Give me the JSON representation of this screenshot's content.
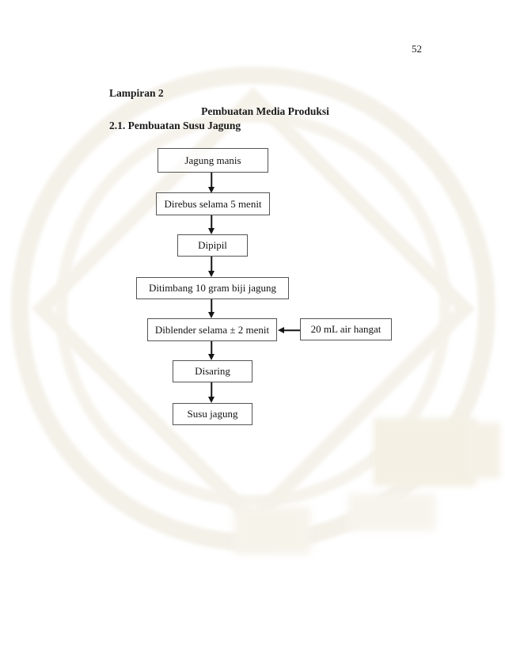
{
  "page": {
    "number": "52"
  },
  "header": {
    "lampiran": "Lampiran 2",
    "title": "Pembuatan Media Produksi",
    "subsection": "2.1. Pembuatan Susu Jagung"
  },
  "flowchart": {
    "nodes": [
      {
        "id": "jagung-manis",
        "label": "Jagung manis"
      },
      {
        "id": "direbus",
        "label": "Direbus selama 5 menit"
      },
      {
        "id": "dipipil",
        "label": "Dipipil"
      },
      {
        "id": "ditimbang",
        "label": "Ditimbang 10 gram biji jagung"
      },
      {
        "id": "diblender",
        "label": "Diblender selama ± 2 menit"
      },
      {
        "id": "air-hangat",
        "label": "20 mL air hangat"
      },
      {
        "id": "disaring",
        "label": "Disaring"
      },
      {
        "id": "susu-jagung",
        "label": "Susu jagung"
      }
    ],
    "colors": {
      "box_border": "#555555",
      "arrow": "#151515",
      "text": "#141414",
      "watermark_tint": "#f4f1e9"
    },
    "watermark_icon": "university-logo-watermark"
  }
}
